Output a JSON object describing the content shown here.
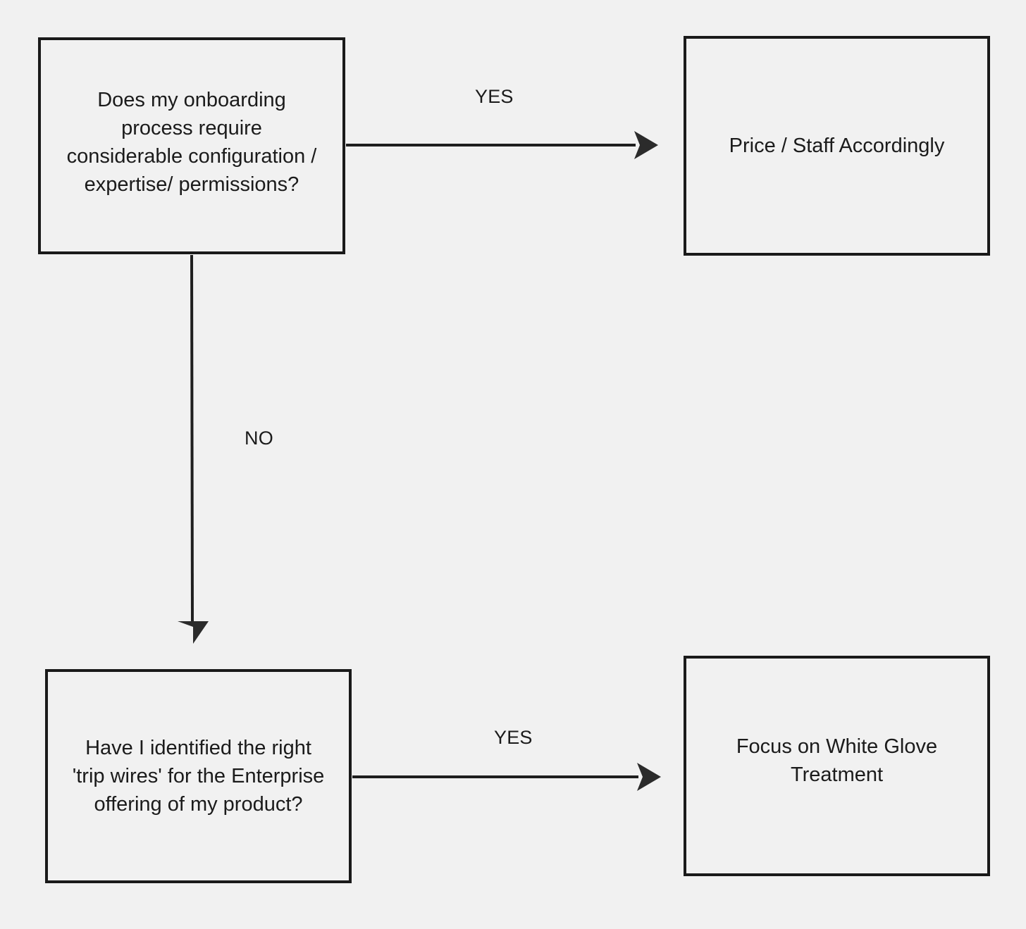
{
  "diagram": {
    "background_color": "#f1f1f1",
    "line_color": "#1f1f1f",
    "text_color": "#1b1b1b",
    "nodes": [
      {
        "id": "onboarding-question",
        "type": "decision",
        "text": "Does my onboarding\nprocess require\nconsiderable configuration /\nexpertise/ permissions?"
      },
      {
        "id": "price-staff",
        "type": "outcome",
        "text": "Price / Staff Accordingly"
      },
      {
        "id": "tripwires-question",
        "type": "decision",
        "text": "Have I identified the right\n'trip wires' for the Enterprise\noffering of my product?"
      },
      {
        "id": "white-glove",
        "type": "outcome",
        "text": "Focus on White Glove\nTreatment"
      }
    ],
    "edges": [
      {
        "id": "yes-top",
        "from": "onboarding-question",
        "to": "price-staff",
        "label": "YES",
        "direction": "right"
      },
      {
        "id": "no",
        "from": "onboarding-question",
        "to": "tripwires-question",
        "label": "NO",
        "direction": "down"
      },
      {
        "id": "yes-bottom",
        "from": "tripwires-question",
        "to": "white-glove",
        "label": "YES",
        "direction": "right"
      }
    ]
  }
}
